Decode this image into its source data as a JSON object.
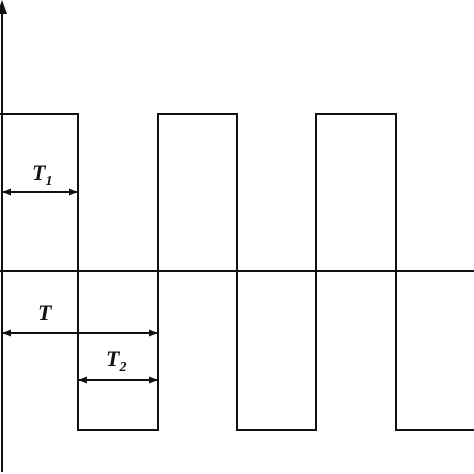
{
  "diagram": {
    "kind": "square-wave-timing",
    "labels": {
      "t1_main": "T",
      "t1_sub": "1",
      "t_period": "T",
      "t2_main": "T",
      "t2_sub": "2"
    },
    "colors": {
      "stroke": "#111111",
      "background": "#ffffff"
    }
  }
}
